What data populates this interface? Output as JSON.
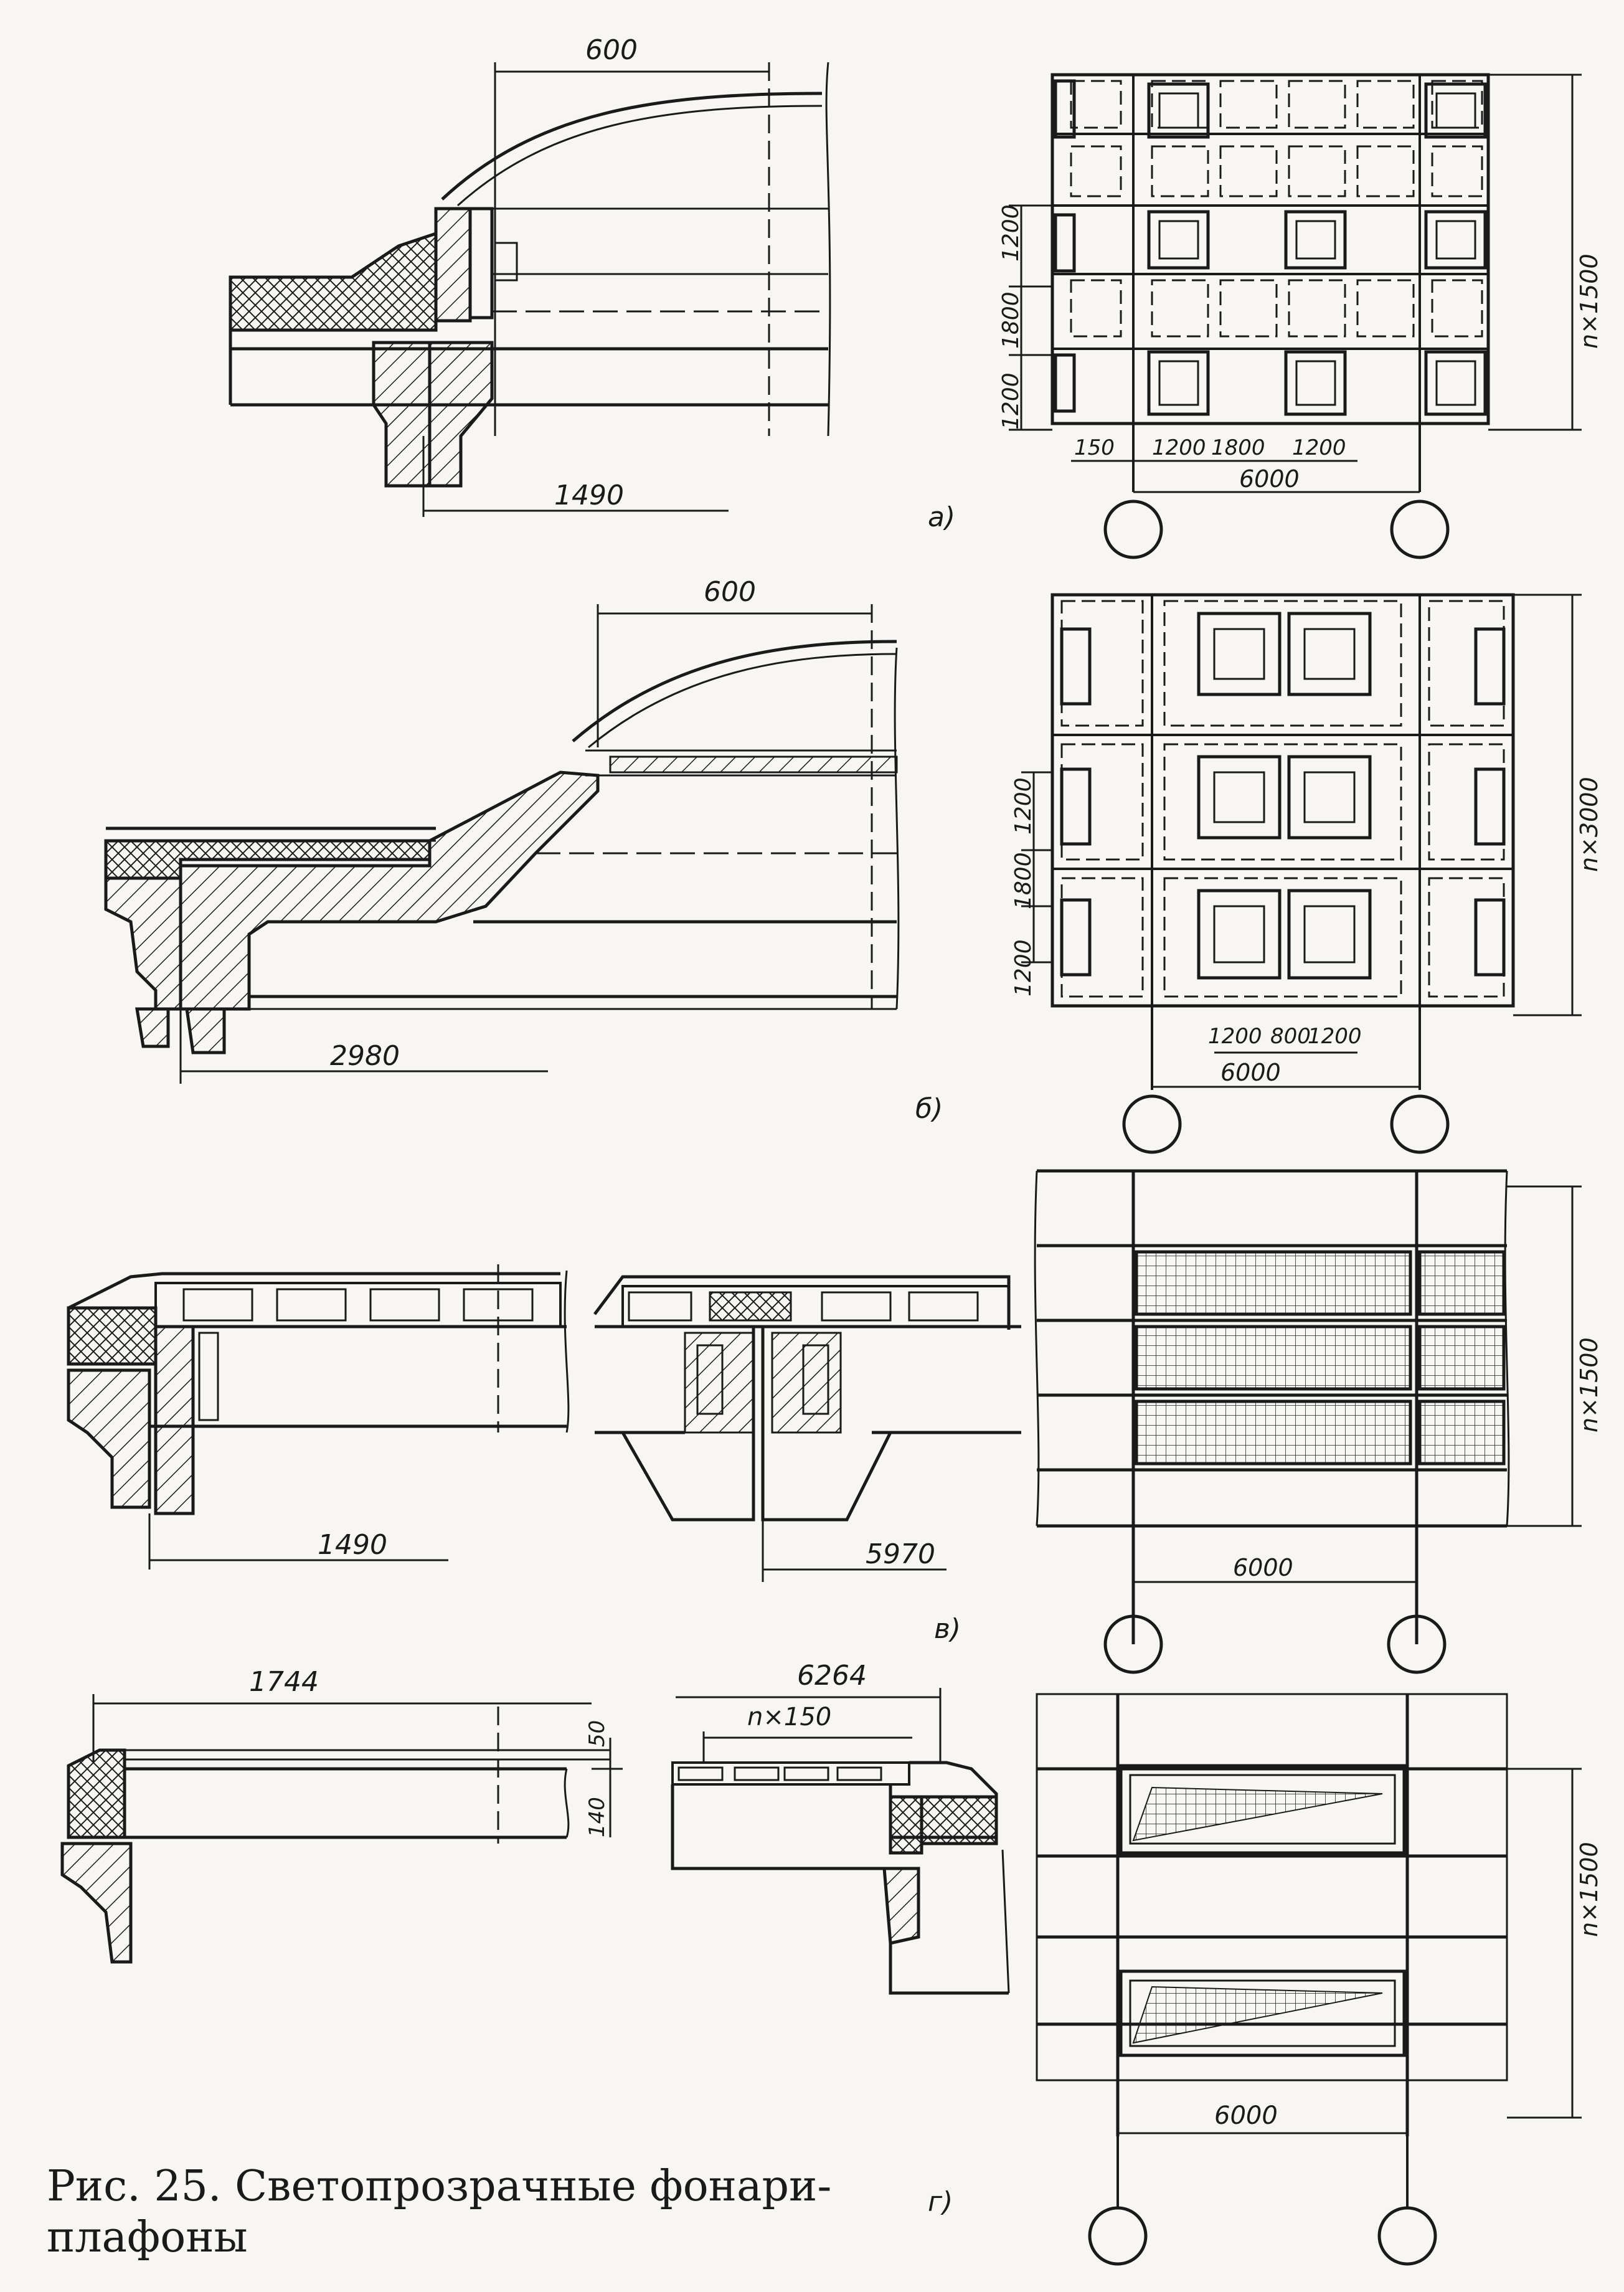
{
  "caption": {
    "line1": "Рис. 25.  Светопрозрачные фонари-",
    "line2": "плафоны"
  },
  "figures": {
    "a": {
      "label": "а)",
      "section_dims": [
        "600",
        "1490"
      ],
      "plan_dims_v": [
        "1200",
        "1800",
        "1200"
      ],
      "plan_dims_h": [
        "150",
        "1200",
        "1800",
        "1200"
      ],
      "plan_span": "6000",
      "plan_step": "n×1500"
    },
    "b": {
      "label": "б)",
      "section_dims": [
        "600",
        "2980"
      ],
      "plan_dims_v": [
        "1200",
        "1800",
        "1200"
      ],
      "plan_dims_h": [
        "1200",
        "800",
        "1200"
      ],
      "plan_span": "6000",
      "plan_step": "n×3000"
    },
    "v": {
      "label": "в)",
      "section_dims": [
        "1490",
        "5970"
      ],
      "plan_span": "6000",
      "plan_step": "n×1500"
    },
    "g": {
      "label": "г)",
      "section_dims": [
        "1744",
        "50",
        "140",
        "6264",
        "n×150"
      ],
      "plan_span": "6000",
      "plan_step": "n×1500"
    }
  },
  "colors": {
    "ink": "#1a1a1a",
    "paper": "#f7f6f2"
  }
}
